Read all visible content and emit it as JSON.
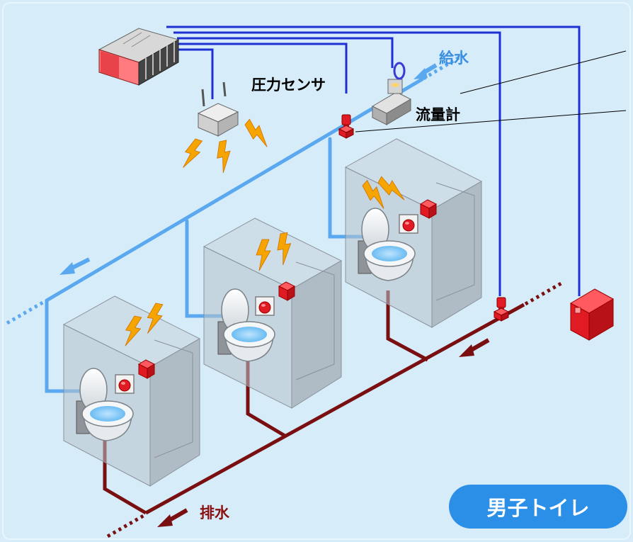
{
  "labels": {
    "pressure_sensor": "圧力センサ",
    "flow_meter": "流量計",
    "water_supply": "給水",
    "drainage": "排水",
    "title": "男子トイレ"
  },
  "colors": {
    "background": "#d6ecf8",
    "supply_pipe": "#5aa8ef",
    "drain_pipe": "#7a0f12",
    "signal_wire": "#1f2fd6",
    "device_red": "#e01b23",
    "lightning": "#f5a400",
    "badge": "#2b8fe8"
  },
  "icons": [
    "plc-controller-icon",
    "wireless-access-point-icon",
    "lightning-icon",
    "flow-meter-icon",
    "pressure-sensor-icon",
    "toilet-icon",
    "flush-button-icon",
    "wireless-sensor-icon",
    "control-box-icon"
  ]
}
